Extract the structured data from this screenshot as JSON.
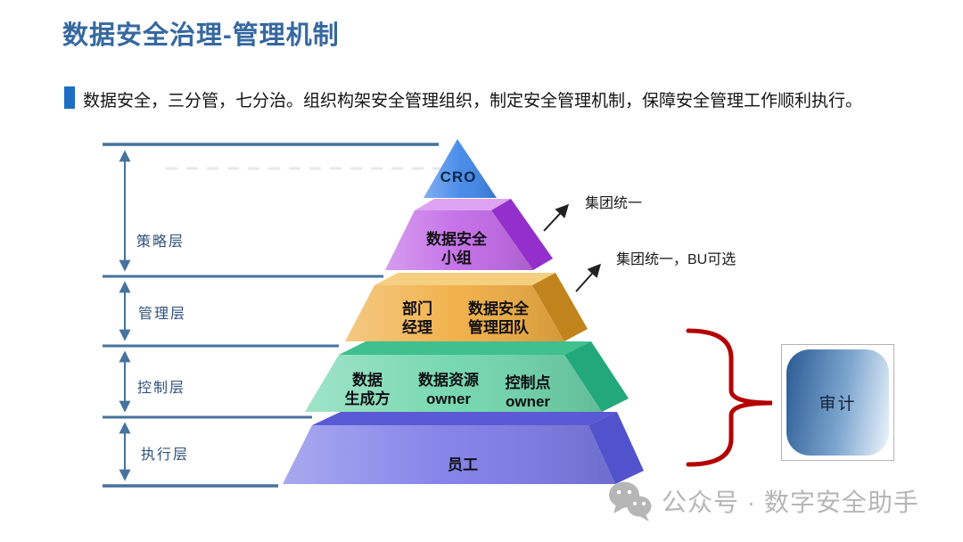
{
  "header": {
    "title": "数据安全治理-管理机制"
  },
  "intro": {
    "text": "数据安全，三分管，七分治。组织构架安全管理组织，制定安全管理机制，保障安全管理工作顺利执行。"
  },
  "left_axis": {
    "labels": [
      "策略层",
      "管理层",
      "控制层",
      "执行层"
    ]
  },
  "pyramid": {
    "levels": [
      {
        "label": "CRO",
        "front": "#3f86e8",
        "side": "#1b5fc8",
        "top": "#8ab8f2"
      },
      {
        "lines": [
          "数据安全",
          "小组"
        ],
        "front": "#c169e6",
        "side": "#9330cb",
        "top": "#dda4f4"
      },
      {
        "columns": [
          [
            "部门",
            "经理"
          ],
          [
            "数据安全",
            "管理团队"
          ]
        ],
        "front": "#f0ad42",
        "side": "#c1831c",
        "top": "#f6cf80"
      },
      {
        "columns": [
          [
            "数据",
            "生成方"
          ],
          [
            "数据资源",
            "owner"
          ],
          [
            "控制点",
            "owner"
          ]
        ],
        "front": "#6fd5ac",
        "side": "#23a87b",
        "top": "#3fc08e"
      },
      {
        "lines": [
          "员工"
        ],
        "front": "#7c7ce8",
        "side": "#5153cd",
        "top": "#5a5ad4"
      }
    ]
  },
  "annotations": [
    {
      "label": "集团统一"
    },
    {
      "label": "集团统一，BU可选"
    }
  ],
  "audit": {
    "label": "审计"
  },
  "watermark": {
    "text": "公众号 · 数字安全助手"
  },
  "colors": {
    "title": "#36689f",
    "accent_bar": "#1b6ec2",
    "axis": "#46729e",
    "brace": "#b40000",
    "audit_dark": "#2a5a94",
    "audit_light": "#eef5fc"
  }
}
